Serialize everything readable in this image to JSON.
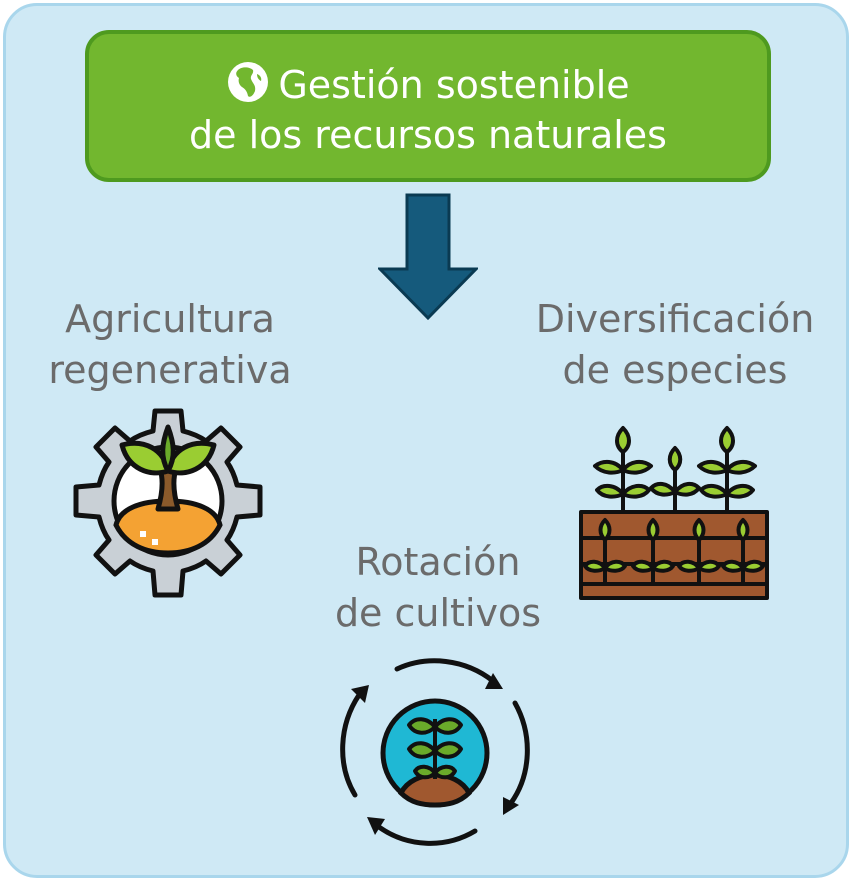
{
  "header": {
    "title_line1": "Gestión sostenible",
    "title_line2": "de los recursos naturales",
    "icon": "globe-africa-icon"
  },
  "arrow": {
    "icon": "arrow-down-icon",
    "color": "#155a7c"
  },
  "items": [
    {
      "line1": "Agricultura",
      "line2": "regenerativa",
      "icon": "gear-sprout-icon"
    },
    {
      "line1": "Diversificación",
      "line2": "de especies",
      "icon": "raised-bed-plants-icon"
    },
    {
      "line1": "Rotación",
      "line2": "de cultivos",
      "icon": "crop-rotation-cycle-icon"
    }
  ],
  "colors": {
    "panel_bg": "#cfe9f5",
    "header_bg": "#72b72f",
    "label_text": "#6b6b6b"
  }
}
